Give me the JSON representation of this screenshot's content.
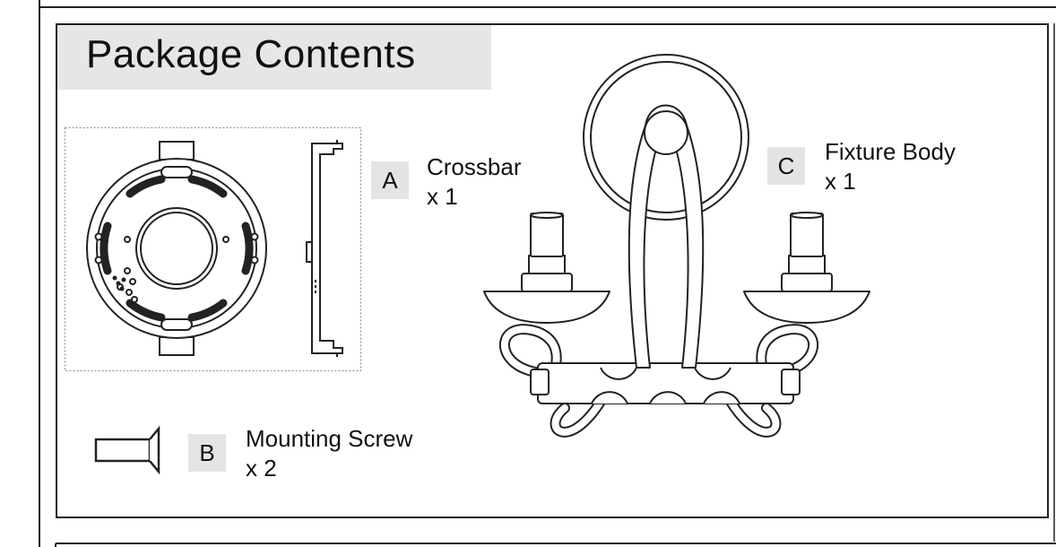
{
  "section_title": "Package Contents",
  "parts": {
    "a": {
      "letter": "A",
      "name": "Crossbar",
      "qty": "x 1"
    },
    "b": {
      "letter": "B",
      "name": "Mounting Screw",
      "qty": "x 2"
    },
    "c": {
      "letter": "C",
      "name": "Fixture Body",
      "qty": "x 1"
    }
  }
}
